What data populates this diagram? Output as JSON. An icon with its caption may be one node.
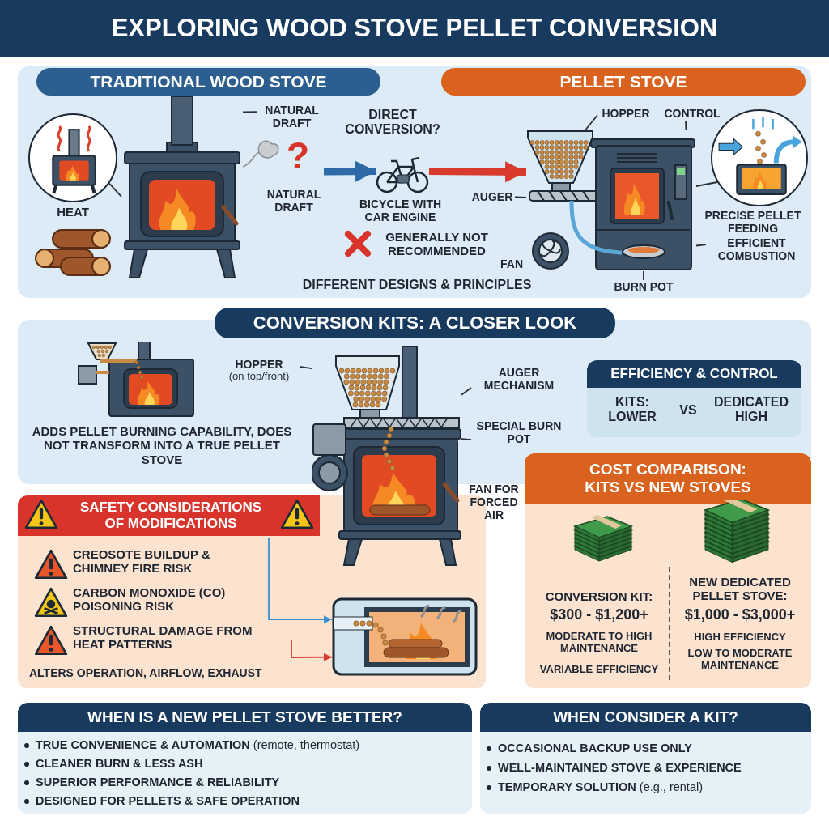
{
  "diagram": {
    "title": "EXPLORING WOOD STOVE PELLET CONVERSION",
    "nodes": [
      {
        "text": [],
        "shape": "box"
      },
      {
        "text": [
          "TRADITIONAL WOOD STOVE"
        ],
        "in": 0
      },
      {
        "text": [
          "PELLET STOVE"
        ],
        "in": 0
      },
      {
        "text": [],
        "shape": "picture",
        "in": 0
      },
      {
        "text": [],
        "shape": "circle",
        "beside": [
          "HEAT"
        ],
        "in": 0
      },
      {
        "text": [
          "NATURAL DRAFT"
        ],
        "in": 0
      },
      {
        "text": [],
        "shape": "picture",
        "beside": [
          "BICYCLE WITH CAR ENGINE"
        ],
        "in": 0
      },
      {
        "text": [],
        "shape": "picture",
        "in": 0
      },
      {
        "text": [
          "HOPPER"
        ],
        "in": 0
      },
      {
        "text": [
          "CONTROL"
        ],
        "in": 0
      },
      {
        "text": [
          "AUGER"
        ],
        "in": 0
      },
      {
        "text": [
          "BURN POT"
        ],
        "in": 0
      },
      {
        "text": [
          "EFFICIENT COMBUSTION"
        ],
        "in": 0
      },
      {
        "text": [],
        "shape": "circle",
        "beside": [
          "PRECISE PELLET FEEDING"
        ],
        "in": 0
      },
      {
        "text": [],
        "shape": "box"
      },
      {
        "text": [
          "CONVERSION KITS: A CLOSER LOOK"
        ]
      },
      {
        "text": [],
        "shape": "picture",
        "beside": [
          "ADDS PELLET BURNING CAPABILITY, DOES NOT TRANSFORM INTO A TRUE PELLET STOVE"
        ],
        "in": 14
      },
      {
        "text": [],
        "shape": "picture"
      },
      {
        "text": [
          "HOPPER",
          "(on top/front)"
        ],
        "in": 14
      },
      {
        "text": [
          "AUGER MECHANISM"
        ],
        "in": 14
      },
      {
        "text": [
          "SPECIAL BURN POT"
        ],
        "in": 14
      },
      {
        "text": [
          "EFFICIENCY & CONTROL",
          "KITS: LOWER",
          "VS",
          "DEDICATED HIGH"
        ],
        "in": 14
      },
      {
        "text": [
          "COST COMPARISON: KITS VS NEW STOVES",
          "CONVERSION KIT:",
          "$300 - $1,200+",
          "MODERATE TO HIGH MAINTENANCE",
          "VARIABLE EFFICIENCY",
          "NEW DEDICATED PELLET STOVE:",
          "$1,000 - $3,000+",
          "HIGH EFFICIENCY",
          "LOW TO MODERATE MAINTENANCE"
        ]
      },
      {
        "text": [
          "SAFETY CONSIDERATIONS OF MODIFICATIONS",
          "CREOSOTE BUILDUP & CHIMNEY FIRE RISK",
          "CARBON MONOXIDE (CO) POISONING RISK",
          "STRUCTURAL DAMAGE FROM HEAT PATTERNS",
          "ALTERS OPERATION, AIRFLOW, EXHAUST"
        ]
      },
      {
        "text": [],
        "shape": "picture",
        "in": 23
      },
      {
        "text": [
          "WHEN IS A NEW PELLET STOVE BETTER?",
          "**TRUE CONVENIENCE & AUTOMATION** (remote, thermostat)",
          "CLEANER BURN & LESS ASH",
          "SUPERIOR PERFORMANCE & RELIABILITY",
          "DESIGNED FOR PELLETS & SAFE OPERATION"
        ]
      },
      {
        "text": [
          "WHEN CONSIDER A KIT?",
          "OCCASIONAL BACKUP USE ONLY",
          "WELL-MAINTAINED STOVE & EXPERIENCE",
          "**TEMPORARY SOLUTION** (e.g., rental)"
        ]
      }
    ],
    "edges": [
      {
        "from": 4,
        "to": 3,
        "arrow": "none"
      },
      {
        "from": 5,
        "to": 3,
        "arrow": "none"
      },
      {
        "from": null,
        "to": 6,
        "arrow": "to",
        "style": "thick",
        "color": "#2f6aa8"
      },
      {
        "from": 6,
        "to": 7,
        "arrow": "to",
        "style": "thick",
        "color": "#d83a2e"
      },
      {
        "from": 8,
        "to": 7,
        "arrow": "none"
      },
      {
        "from": 9,
        "to": 7,
        "arrow": "none"
      },
      {
        "from": 10,
        "to": 7,
        "arrow": "none"
      },
      {
        "from": 11,
        "to": 7,
        "arrow": "none"
      },
      {
        "from": 12,
        "to": 7,
        "arrow": "none"
      },
      {
        "from": 7,
        "to": 13,
        "arrow": "none"
      },
      {
        "from": 18,
        "to": 17,
        "arrow": "none"
      },
      {
        "from": 19,
        "to": 17,
        "arrow": "none"
      },
      {
        "from": 20,
        "to": 17,
        "arrow": "none"
      },
      {
        "from": null,
        "to": 24,
        "arrow": "to",
        "color": "#3b8fd0"
      },
      {
        "from": null,
        "to": 24,
        "arrow": "to",
        "color": "#d83a2e"
      }
    ],
    "labels": [
      "DIRECT CONVERSION?",
      "?",
      "NATURAL DRAFT",
      "GENERALLY NOT RECOMMENDED",
      "FAN",
      "DIFFERENT DESIGNS & PRINCIPLES",
      "FAN FOR FORCED AIR"
    ]
  }
}
